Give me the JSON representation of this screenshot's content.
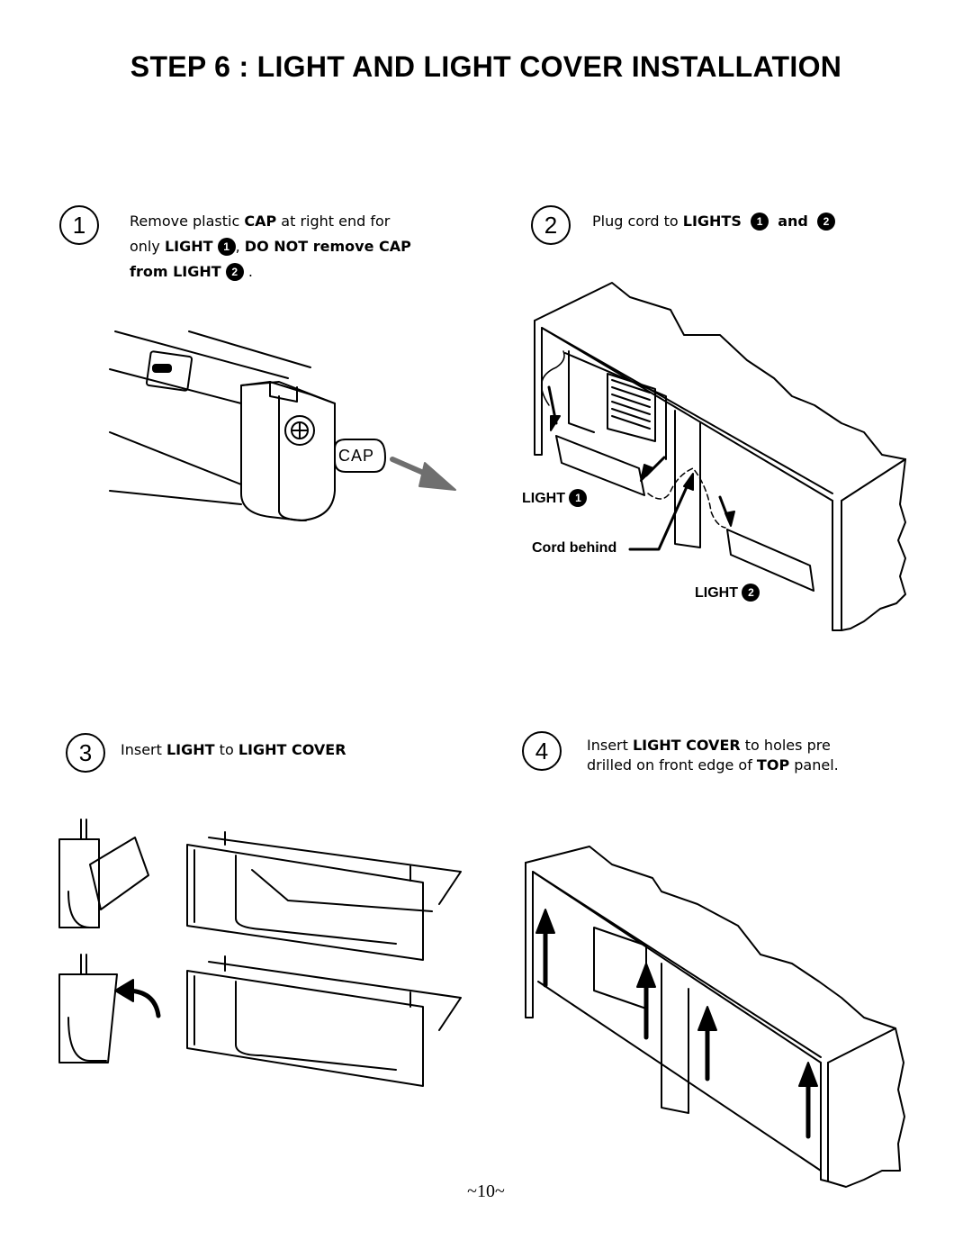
{
  "title": "STEP 6 : LIGHT AND LIGHT COVER  INSTALLATION",
  "steps": [
    {
      "number": "1",
      "line1_a": "Remove plastic ",
      "line1_b": "CAP",
      "line1_c": " at right end for",
      "line2_a": "only ",
      "line2_b": "LIGHT",
      "line2_badge": "1",
      "line2_c": ", ",
      "line2_d": "DO NOT remove CAP",
      "line3_a": "from LIGHT",
      "line3_badge": "2",
      "line3_c": "."
    },
    {
      "number": "2",
      "text_a": "Plug cord to ",
      "text_b": "LIGHTS",
      "badge1": "1",
      "and": "and",
      "badge2": "2"
    },
    {
      "number": "3",
      "text_a": "Insert ",
      "text_b": "LIGHT",
      "text_c": " to ",
      "text_d": "LIGHT COVER"
    },
    {
      "number": "4",
      "line1_a": "Insert ",
      "line1_b": "LIGHT COVER",
      "line1_c": " to holes pre",
      "line2_a": "drilled on front edge of ",
      "line2_b": "TOP",
      "line2_c": " panel."
    }
  ],
  "figure_labels": {
    "cap": "CAP",
    "light1": "LIGHT",
    "light1_badge": "1",
    "cord_behind": "Cord behind",
    "light2": "LIGHT",
    "light2_badge": "2"
  },
  "page_number": "~10~"
}
